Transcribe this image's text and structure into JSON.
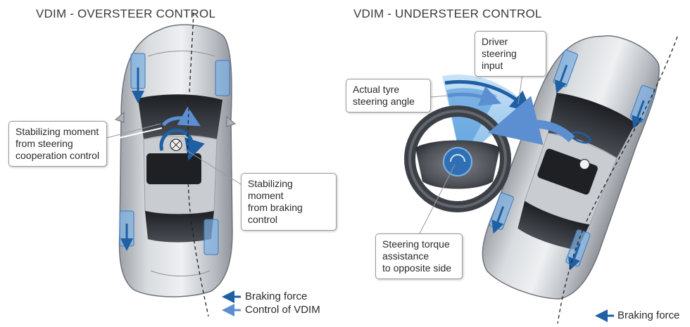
{
  "titles": {
    "oversteer": "VDIM - OVERSTEER CONTROL",
    "understeer": "VDIM - UNDERSTEER CONTROL"
  },
  "callouts": {
    "steering_coop": "Stabilizing moment\nfrom steering\ncooperation control",
    "braking_control": "Stabilizing moment\nfrom braking\ncontrol",
    "driver_input": "Driver steering\ninput",
    "tyre_angle": "Actual tyre\nsteering angle",
    "torque_assist": "Steering torque\nassistance\nto opposite side"
  },
  "legend": {
    "braking_force": "Braking force",
    "vdim_control": "Control of VDIM",
    "braking_force_right": "Braking force"
  },
  "colors": {
    "braking_arrow": "#1f5fa3",
    "vdim_arrow": "#5b8fd1",
    "car_body": "#c2c6cb",
    "glass": "#2a2c30",
    "wheel_highlight": "#7fb2e6"
  }
}
